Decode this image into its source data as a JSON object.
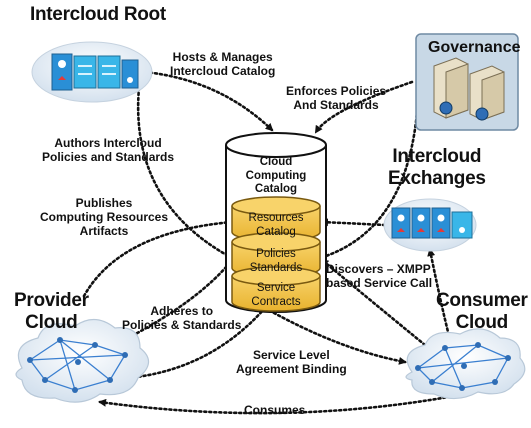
{
  "nodes": {
    "intercloud_root": "Intercloud Root",
    "governance": "Governance",
    "intercloud_exchanges": [
      "Intercloud",
      "Exchanges"
    ],
    "provider_cloud": [
      "Provider",
      "Cloud"
    ],
    "consumer_cloud": [
      "Consumer",
      "Cloud"
    ]
  },
  "catalog": {
    "title": [
      "Cloud",
      "Computing",
      "Catalog"
    ],
    "sections": [
      [
        "Resources",
        "Catalog"
      ],
      [
        "Policies",
        "Standards"
      ],
      [
        "Service",
        "Contracts"
      ]
    ]
  },
  "edges": {
    "hosts_manages": [
      "Hosts & Manages",
      "Intercloud Catalog"
    ],
    "enforces": [
      "Enforces Policies",
      "And Standards"
    ],
    "authors": [
      "Authors Intercloud",
      "Policies and Standards"
    ],
    "publishes": [
      "Publishes",
      "Computing Resources",
      "Artifacts"
    ],
    "discovers": [
      "Discovers – XMPP",
      "based Service Call"
    ],
    "adheres": [
      "Adheres to",
      "Policies & Standards"
    ],
    "sla": [
      "Service Level",
      "Agreement Binding"
    ],
    "consumes": "Consumes"
  },
  "colors": {
    "catalog_section": "#f5c242",
    "server_blue": "#2a8fd6",
    "server_cyan": "#39b6e8",
    "cloud_fill": "#eef3f8",
    "network_blue": "#3a7fd0",
    "governance_box": "#c8d8e6",
    "server_tower": "#e9e0c8",
    "arrow": "#111111"
  },
  "icons": [
    "blade-server-icon",
    "router-icon",
    "tower-server-icon",
    "globe-icon",
    "network-cloud-icon"
  ]
}
